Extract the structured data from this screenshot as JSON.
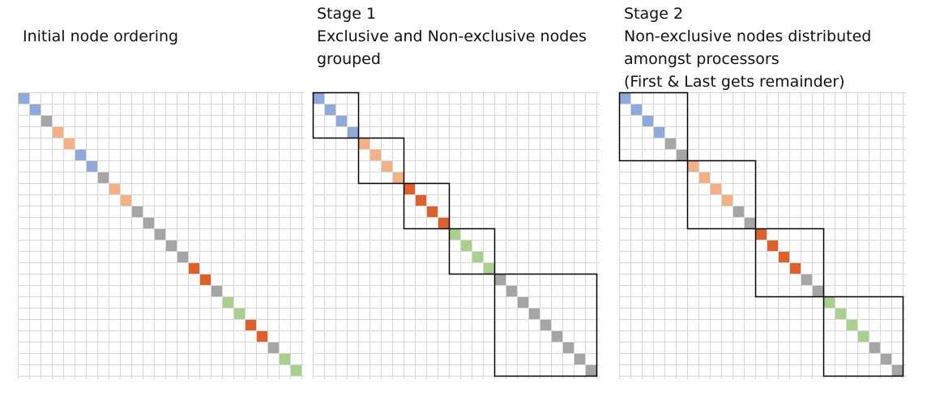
{
  "colors": {
    "blue": "#8ea9db",
    "peach": "#f4b183",
    "red": "#e0602a",
    "green": "#a9d18e",
    "gray": "#a5a5a5",
    "grid": "#d6d6d6",
    "box": "#000000"
  },
  "panels": [
    {
      "title_lines": [
        "Initial node ordering"
      ],
      "sequence": [
        "blue",
        "blue",
        "gray",
        "peach",
        "peach",
        "blue",
        "blue",
        "gray",
        "peach",
        "peach",
        "gray",
        "gray",
        "gray",
        "gray",
        "gray",
        "red",
        "red",
        "gray",
        "green",
        "green",
        "red",
        "red",
        "gray",
        "green",
        "green"
      ],
      "groups": []
    },
    {
      "title_lines": [
        "Stage 1",
        "Exclusive and Non-exclusive nodes",
        "grouped"
      ],
      "sequence": [
        "blue",
        "blue",
        "blue",
        "blue",
        "peach",
        "peach",
        "peach",
        "peach",
        "red",
        "red",
        "red",
        "red",
        "green",
        "green",
        "green",
        "green",
        "gray",
        "gray",
        "gray",
        "gray",
        "gray",
        "gray",
        "gray",
        "gray",
        "gray"
      ],
      "groups": [
        [
          0,
          4
        ],
        [
          4,
          8
        ],
        [
          8,
          12
        ],
        [
          12,
          16
        ],
        [
          16,
          25
        ]
      ]
    },
    {
      "title_lines": [
        "Stage 2",
        "Non-exclusive nodes distributed",
        "amongst processors",
        "(First & Last gets remainder)"
      ],
      "sequence": [
        "blue",
        "blue",
        "blue",
        "blue",
        "gray",
        "gray",
        "peach",
        "peach",
        "peach",
        "peach",
        "gray",
        "gray",
        "red",
        "red",
        "red",
        "red",
        "gray",
        "gray",
        "green",
        "green",
        "green",
        "green",
        "gray",
        "gray",
        "gray"
      ],
      "groups": [
        [
          0,
          6
        ],
        [
          6,
          12
        ],
        [
          12,
          18
        ],
        [
          18,
          25
        ]
      ]
    }
  ]
}
